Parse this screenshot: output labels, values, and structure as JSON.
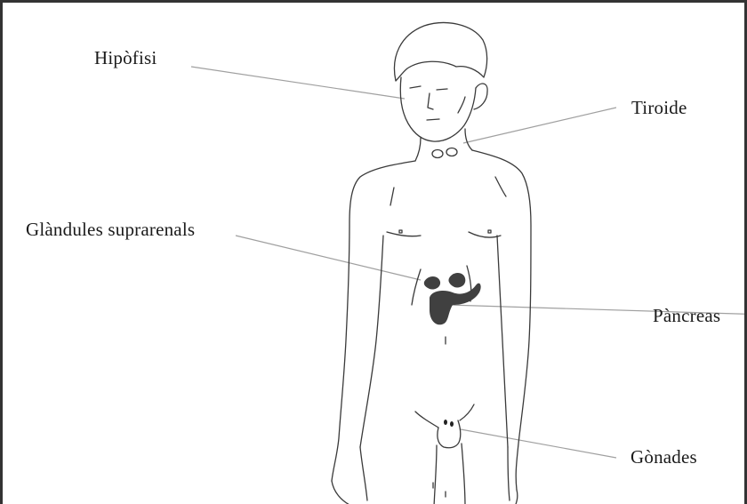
{
  "labels": {
    "hipofisi": "Hipòfisi",
    "tiroide": "Tiroide",
    "suprarenals": "Glàndules suprarenals",
    "pancreas": "Pàncreas",
    "gonades": "Gònades"
  },
  "colors": {
    "outline": "#3a3a3a",
    "leader": "#9a9a9a",
    "organ": "#404040"
  }
}
